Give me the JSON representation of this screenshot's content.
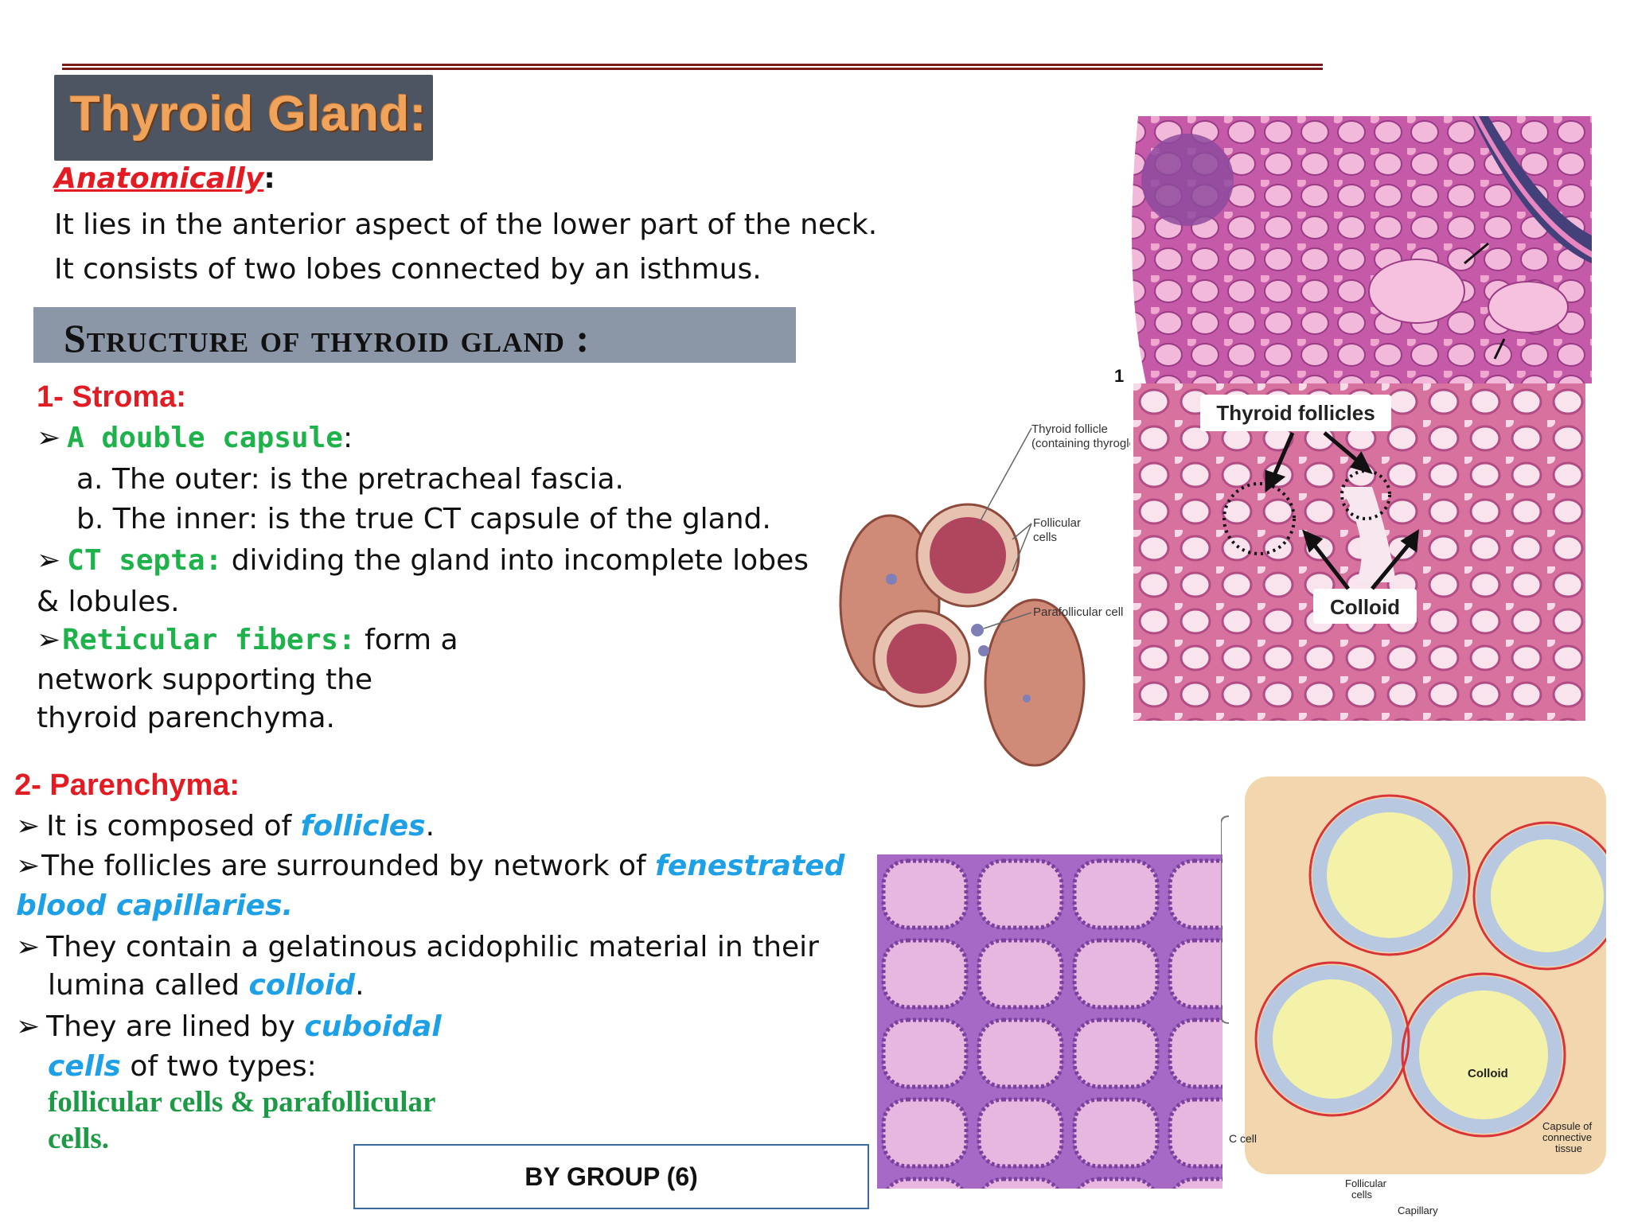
{
  "slide": {
    "title": "Thyroid Gland:",
    "anatomically": {
      "label": "Anatomically",
      "colon": ":",
      "lines": [
        "It lies in the anterior aspect of the lower part of the neck.",
        "It consists of two lobes connected by an isthmus."
      ]
    },
    "structure_heading": "Structure of thyroid gland :",
    "stroma": {
      "heading": "1- Stroma:",
      "capsule_label": "A double capsule",
      "capsule_colon": ":",
      "capsule_a": "a.  The outer: is the pretracheal fascia.",
      "capsule_b": "b.  The inner:  is the true CT capsule of the gland.",
      "septa_label": "CT septa:",
      "septa_text": " dividing the gland into incomplete lobes",
      "septa_text2": "& lobules.",
      "reticular_label": "Reticular fibers:",
      "reticular_text": " form a",
      "reticular_text2": "network supporting the",
      "reticular_text3": "thyroid parenchyma."
    },
    "parenchyma": {
      "heading": "2- Parenchyma:",
      "p1_text": "It is composed of ",
      "p1_blue": "follicles",
      "p1_end": ".",
      "p2_text": "The follicles are surrounded by network of ",
      "p2_blue": "fenestrated",
      "p2_blue2": "blood capillaries.",
      "p3_text": "They contain a gelatinous acidophilic material in their",
      "p3_text2": "lumina called ",
      "p3_blue": "colloid",
      "p3_end": ".",
      "p4_text": "They are lined by ",
      "p4_blue": "cuboidal",
      "p4_blue2": "cells",
      "p4_text2": " of two types:",
      "p4_green": "follicular cells & parafollicular",
      "p4_green2": "cells."
    },
    "footer": "BY GROUP (6)",
    "figure_number": "1",
    "micrograph_labels": {
      "thyroid_follicles": "Thyroid follicles",
      "colloid": "Colloid"
    },
    "diagram_labels": {
      "follicle": "Thyroid follicle",
      "follicle_sub": "(containing thyroglobulin)",
      "follicular_cells": "Follicular",
      "follicular_cells2": "cells",
      "parafollicular": "Parafollicular cell"
    },
    "schematic_labels": {
      "c_cell": "C cell",
      "colloid": "Colloid",
      "capsule": "Capsule of",
      "capsule2": "connective",
      "capsule3": "tissue",
      "follicular": "Follicular",
      "follicular2": "cells",
      "capillary": "Capillary"
    },
    "colors": {
      "red": "#e31b23",
      "green": "#1db34a",
      "blue": "#1ea0e6",
      "title_orange": "#f0a35a"
    }
  }
}
